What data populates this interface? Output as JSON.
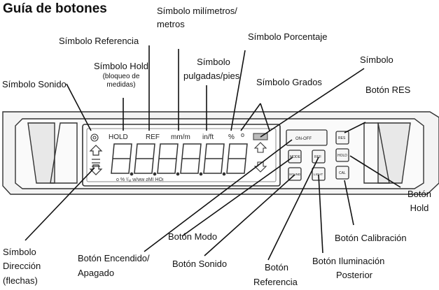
{
  "title": "Guía de botones",
  "labels": {
    "mm_line1": "Símbolo milímetros/",
    "mm_line2": "metros",
    "referencia": "Símbolo Referencia",
    "porcentaje": "Símbolo Porcentaje",
    "simbolo": "Símbolo",
    "hold": "Símbolo Hold",
    "hold_sub1": "(bloqueo de",
    "hold_sub2": "medidas)",
    "pulg_line1": "Símbolo",
    "pulg_line2": "pulgadas/pies",
    "grados": "Símbolo Grados",
    "sonido": "Símbolo Sonido",
    "btn_res": "Botón RES",
    "btn_hold_line1": "Botón",
    "btn_hold_line2": "Hold",
    "btn_modo": "Botón Modo",
    "btn_calibracion": "Botón Calibración",
    "dir_line1": "Símbolo",
    "dir_line2": "Dirección",
    "dir_line3": "(flechas)",
    "encendido_line1": "Botón Encendido/",
    "encendido_line2": "Apagado",
    "btn_sonido": "Botón Sonido",
    "ref_line1": "Botón",
    "ref_line2": "Referencia",
    "ilum_line1": "Botón Iluminación",
    "ilum_line2": "Posterior"
  },
  "display": {
    "hold": "HOLD",
    "ref": "REF",
    "mm": "mm/m",
    "inft": "in/ft",
    "pct": "%",
    "digits": "8.8.8.8.8.8",
    "bottom_row": "o   %  ᵗ/ᵤᵢ   w/ww   ƨMI  HOᴉ"
  },
  "buttons": {
    "onoff": "ON-OFF",
    "mode": "MODE",
    "ref": "REF",
    "sound": "SOUND",
    "light": "LIGHT",
    "res": "RES",
    "hold": "HOLD",
    "cal": "CAL"
  }
}
